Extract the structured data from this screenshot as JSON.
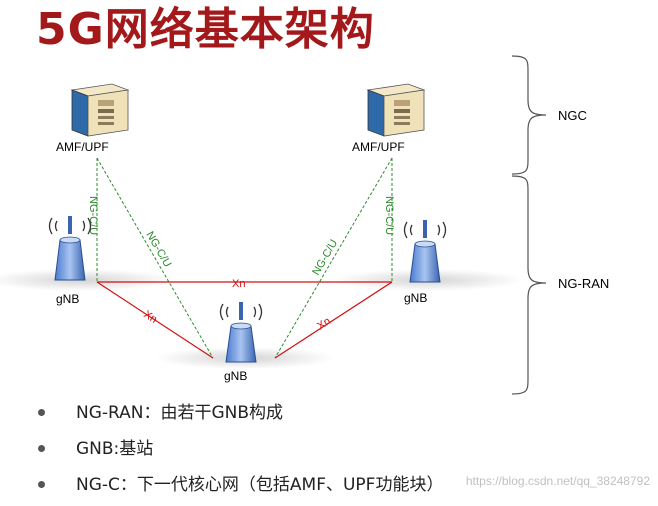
{
  "title": "5G网络基本架构",
  "nodes": {
    "core_left": "AMF/UPF",
    "core_right": "AMF/UPF",
    "gnb_left": "gNB",
    "gnb_right": "gNB",
    "gnb_center": "gNB"
  },
  "links": {
    "ng_vertical_left": "NG-C/U",
    "ng_diag_left": "NG-C/U",
    "ng_diag_right": "NG-C/U",
    "ng_vertical_right": "NG-C/U",
    "xn_top": "Xn",
    "xn_left": "Xn",
    "xn_right": "Xn"
  },
  "regions": {
    "ngc": "NGC",
    "ngran": "NG-RAN"
  },
  "bullets": [
    "NG-RAN：由若干GNB构成",
    "GNB:基站",
    "NG-C：下一代核心网（包括AMF、UPF功能块）"
  ],
  "watermark": "https://blog.csdn.net/qq_38248792",
  "colors": {
    "title": "#a3181a",
    "ng_link": "#2e8b2e",
    "xn_link": "#d01010"
  }
}
